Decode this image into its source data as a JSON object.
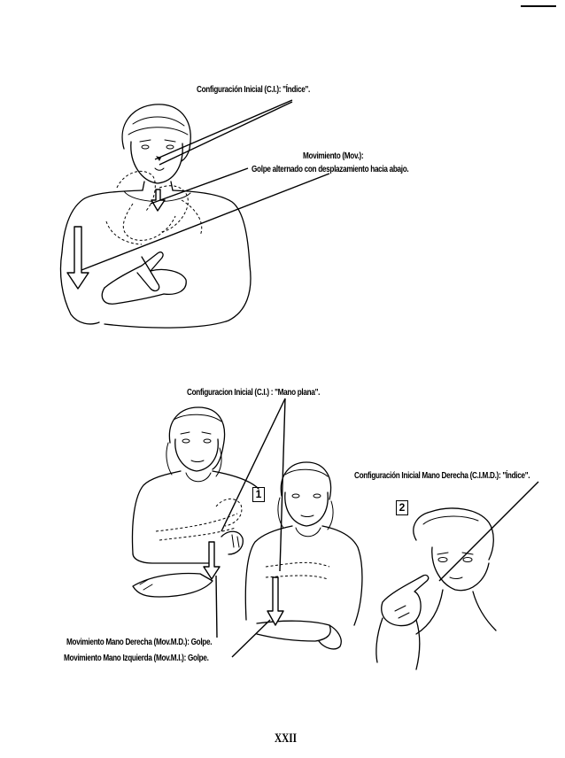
{
  "figure1": {
    "config_label": "Configuración Inicial (C.I.): \"Índice\".",
    "movement_title": "Movimiento (Mov.):",
    "movement_desc": "Golpe alternado con desplazamiento hacia abajo."
  },
  "figure2": {
    "config_label": "Configuracion Inicial (C.I.) : \"Mano plana\".",
    "right_hand_config": "Configuración Inicial Mano Derecha (C.I.M.D.): \"Índice\".",
    "movement_right": "Movimiento Mano Derecha (Mov.M.D.): Golpe.",
    "movement_left": "Movimiento Mano Izquierda (Mov.M.I.): Golpe.",
    "step1": "1",
    "step2": "2"
  },
  "footer": {
    "page_number": "XXII"
  }
}
